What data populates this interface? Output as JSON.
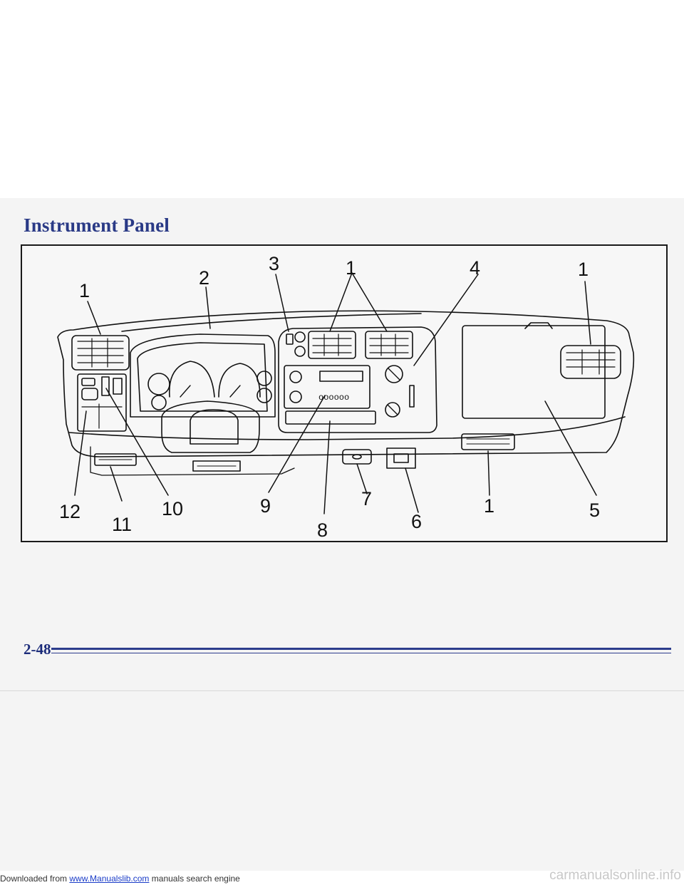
{
  "page": {
    "title": "Instrument Panel",
    "page_number": "2-48"
  },
  "figure": {
    "callouts": [
      "1",
      "2",
      "3",
      "1",
      "4",
      "1",
      "12",
      "11",
      "10",
      "9",
      "8",
      "7",
      "6",
      "1",
      "5"
    ],
    "radio_tape_label": "oooooo"
  },
  "footer": {
    "prefix": "Downloaded from ",
    "link_text": "www.Manualslib.com",
    "suffix": " manuals search engine",
    "watermark": "carmanualsonline.info"
  },
  "colors": {
    "title": "#2a3a86",
    "rule": "#2c3c8c",
    "link": "#1a3cc8"
  }
}
